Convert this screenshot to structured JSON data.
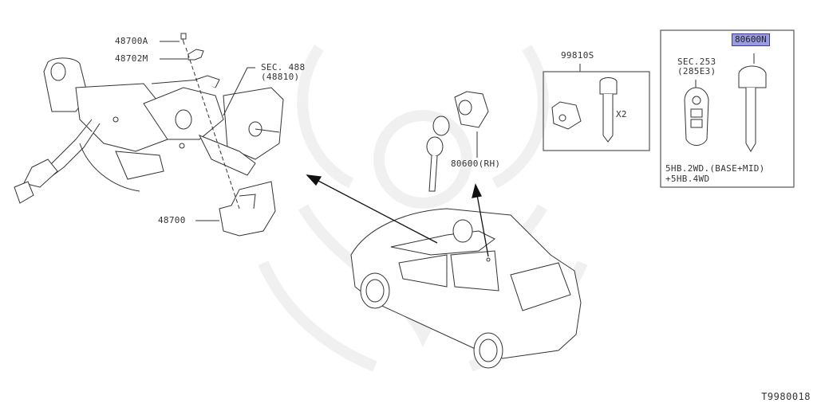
{
  "diagram": {
    "code": "T9980018",
    "watermark": "samurai-helmet-logo",
    "colors": {
      "line": "#333333",
      "highlight_fill": "#9b9be0",
      "highlight_border": "#3a3aa8",
      "watermark": "#eeeeee"
    }
  },
  "callouts": {
    "steering_column": [
      {
        "part": "48700A"
      },
      {
        "part": "48702M"
      },
      {
        "part": "SEC. 488",
        "sub": "(48810)"
      },
      {
        "part": "48700"
      }
    ],
    "door_lock": {
      "part": "80600(RH)"
    },
    "lock_set": {
      "part": "99810S",
      "qty": "X2"
    },
    "key_box": {
      "highlighted_part": "80600N",
      "fob_ref": "SEC.253",
      "fob_sub": "(285E3)",
      "note_line1": "5HB.2WD.(BASE+MID)",
      "note_line2": "+5HB.4WD"
    }
  }
}
